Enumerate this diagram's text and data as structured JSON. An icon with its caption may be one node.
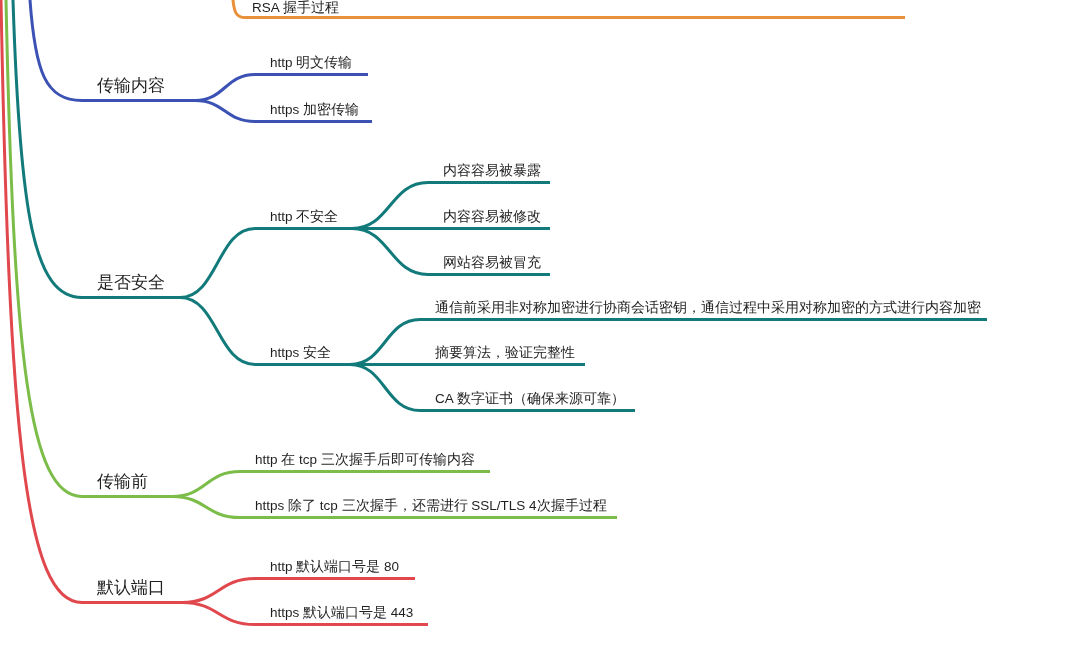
{
  "diagram": {
    "nodes": [
      {
        "text": [
          "RSA 握手过程"
        ]
      },
      {
        "text": [
          "传输内容"
        ]
      },
      {
        "text": [
          "http 明文传输"
        ]
      },
      {
        "text": [
          "https 加密传输"
        ]
      },
      {
        "text": [
          "是否安全"
        ]
      },
      {
        "text": [
          "http 不安全"
        ]
      },
      {
        "text": [
          "内容容易被暴露"
        ]
      },
      {
        "text": [
          "内容容易被修改"
        ]
      },
      {
        "text": [
          "网站容易被冒充"
        ]
      },
      {
        "text": [
          "https 安全"
        ]
      },
      {
        "text": [
          "通信前采用非对称加密进行协商会话密钥，通信过程中采用对称加密的方式进行内容加密"
        ]
      },
      {
        "text": [
          "摘要算法，验证完整性"
        ]
      },
      {
        "text": [
          "CA 数字证书（确保来源可靠）"
        ]
      },
      {
        "text": [
          "传输前"
        ]
      },
      {
        "text": [
          "http 在 tcp 三次握手后即可传输内容"
        ]
      },
      {
        "text": [
          "https 除了 tcp 三次握手，还需进行 SSL/TLS 4次握手过程"
        ]
      },
      {
        "text": [
          "默认端口"
        ]
      },
      {
        "text": [
          "http 默认端口号是 80"
        ]
      },
      {
        "text": [
          "https 默认端口号是 443"
        ]
      }
    ],
    "edges": [
      {
        "from": null,
        "to": 0,
        "arrow": "none",
        "color": "#e8913a"
      },
      {
        "from": null,
        "to": 1,
        "arrow": "none",
        "color": "#3b52b4"
      },
      {
        "from": 1,
        "to": 2,
        "arrow": "none",
        "color": "#3b52b4"
      },
      {
        "from": 1,
        "to": 3,
        "arrow": "none",
        "color": "#3b52b4"
      },
      {
        "from": null,
        "to": 4,
        "arrow": "none"
      },
      {
        "from": 4,
        "to": 5,
        "arrow": "none"
      },
      {
        "from": 4,
        "to": 9,
        "arrow": "none"
      },
      {
        "from": 5,
        "to": 6,
        "arrow": "none"
      },
      {
        "from": 5,
        "to": 7,
        "arrow": "none"
      },
      {
        "from": 5,
        "to": 8,
        "arrow": "none"
      },
      {
        "from": 9,
        "to": 10,
        "arrow": "none"
      },
      {
        "from": 9,
        "to": 11,
        "arrow": "none"
      },
      {
        "from": 9,
        "to": 12,
        "arrow": "none"
      },
      {
        "from": null,
        "to": 13,
        "arrow": "none",
        "color": "#7cbd4a"
      },
      {
        "from": 13,
        "to": 14,
        "arrow": "none",
        "color": "#7cbd4a"
      },
      {
        "from": 13,
        "to": 15,
        "arrow": "none",
        "color": "#7cbd4a"
      },
      {
        "from": null,
        "to": 16,
        "arrow": "none",
        "color": "#e0484d"
      },
      {
        "from": 16,
        "to": 17,
        "arrow": "none",
        "color": "#e0484d"
      },
      {
        "from": 16,
        "to": 18,
        "arrow": "none",
        "color": "#e0484d"
      }
    ]
  }
}
